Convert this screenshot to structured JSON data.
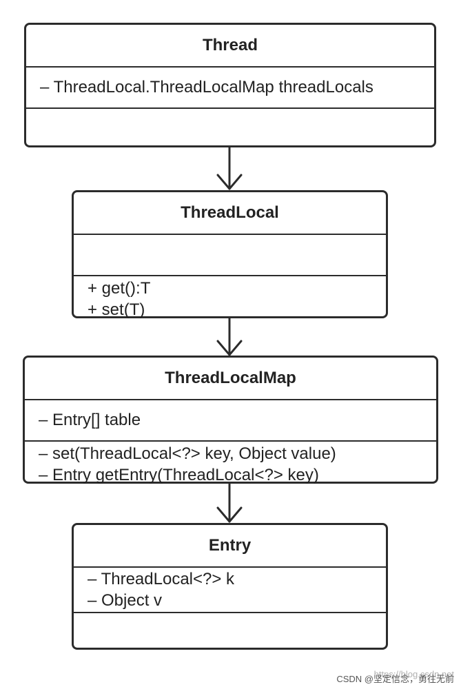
{
  "classes": {
    "thread": {
      "name": "Thread",
      "fields": [
        "– ThreadLocal.ThreadLocalMap threadLocals"
      ],
      "methods": []
    },
    "threadlocal": {
      "name": "ThreadLocal",
      "fields": [],
      "methods": [
        "+ get():T",
        "+ set(T)"
      ]
    },
    "threadlocalmap": {
      "name": "ThreadLocalMap",
      "fields": [
        "– Entry[] table"
      ],
      "methods": [
        "– set(ThreadLocal<?> key, Object value)",
        "– Entry getEntry(ThreadLocal<?> key)"
      ]
    },
    "entry": {
      "name": "Entry",
      "fields": [
        "– ThreadLocal<?> k",
        "– Object v"
      ],
      "methods": []
    }
  },
  "watermark": {
    "url": "https://blog.csdn.net",
    "text": "CSDN @坚定信念，勇往无前"
  }
}
